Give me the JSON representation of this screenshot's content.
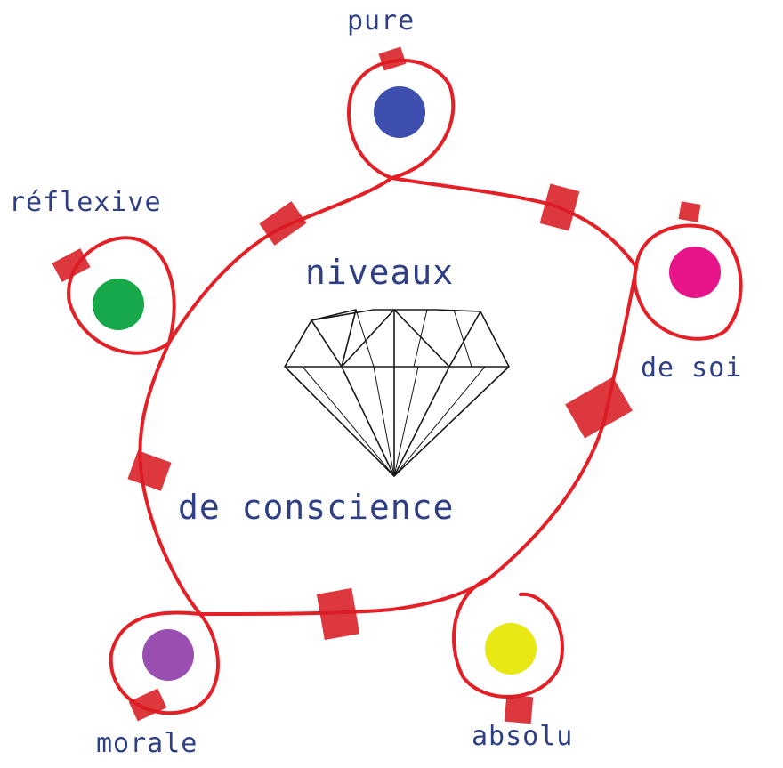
{
  "center": {
    "title": "niveaux",
    "subtitle": "de conscience",
    "icon": "diamond-icon"
  },
  "nodes": [
    {
      "label": "pure",
      "color": "#3f4fb0"
    },
    {
      "label": "de soi",
      "color": "#e8158a"
    },
    {
      "label": "absolu",
      "color": "#e8e814"
    },
    {
      "label": "morale",
      "color": "#9a4fb0"
    },
    {
      "label": "réflexive",
      "color": "#17a84a"
    }
  ],
  "colors": {
    "string": "#e41f26",
    "tape": "#d91c24",
    "text": "#2e3f86",
    "diamond": "#1a1a1a"
  }
}
